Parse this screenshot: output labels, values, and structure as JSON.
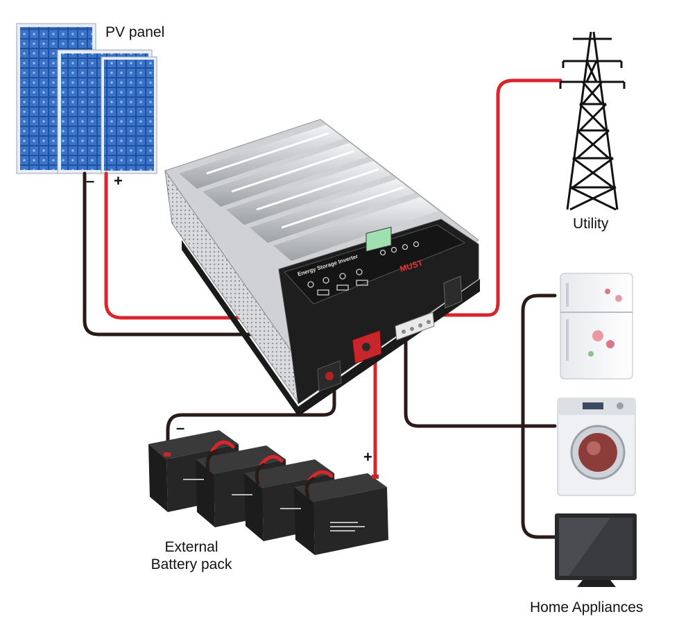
{
  "labels": {
    "pv_panel": "PV panel",
    "utility": "Utility",
    "battery_line1": "External",
    "battery_line2": "Battery pack",
    "home_appliances": "Home Appliances"
  },
  "signs": {
    "pv_negative": "–",
    "pv_positive": "+",
    "battery_negative": "–",
    "battery_positive": "+"
  },
  "inverter": {
    "brand": "MUST",
    "panel_title": "Energy Storage Inverter"
  },
  "colors": {
    "positive_wire": "#d8262c",
    "negative_wire": "#2a1b18",
    "panel_cell": "#2f63b5",
    "inverter_body": "#c9cbcf",
    "inverter_front": "#1e1e1e"
  }
}
